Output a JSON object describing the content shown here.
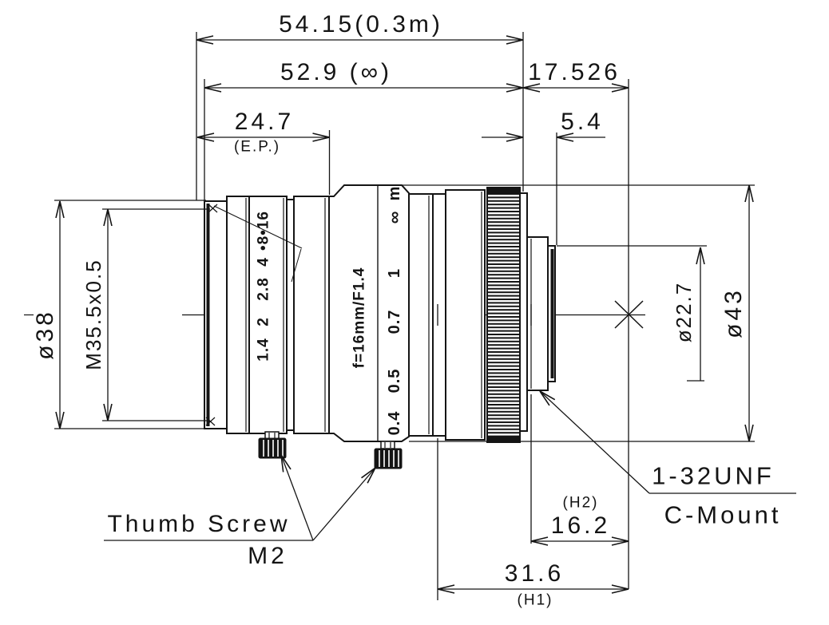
{
  "dimensions": {
    "overall_near": "54.15(0.3m)",
    "overall_inf": "52.9 (∞)",
    "flange_focal_distance": "17.526",
    "entrance_pupil": "24.7",
    "entrance_pupil_note": "(E.P.)",
    "rear_protrusion": "5.4",
    "front_outer_dia": "ø38",
    "filter_thread": "M35.5x0.5",
    "rear_dia": "ø22.7",
    "max_dia": "ø43",
    "h2_note": "(H2)",
    "h2": "16.2",
    "h1": "31.6",
    "h1_note": "(H1)"
  },
  "callouts": {
    "mount_thread": "1-32UNF",
    "mount_name": "C-Mount",
    "thumb_screw_label": "Thumb Screw",
    "thumb_screw_size": "M2"
  },
  "lens_markings": {
    "spec": "f=16mm/F1.4",
    "aperture_scale": [
      "1.4",
      "2",
      "2.8",
      "4",
      "•8•16"
    ],
    "focus_scale": [
      "0.4",
      "0.5",
      "0.7",
      "1",
      "∞",
      "m"
    ]
  },
  "colors": {
    "line": "#141414",
    "background": "#ffffff"
  }
}
